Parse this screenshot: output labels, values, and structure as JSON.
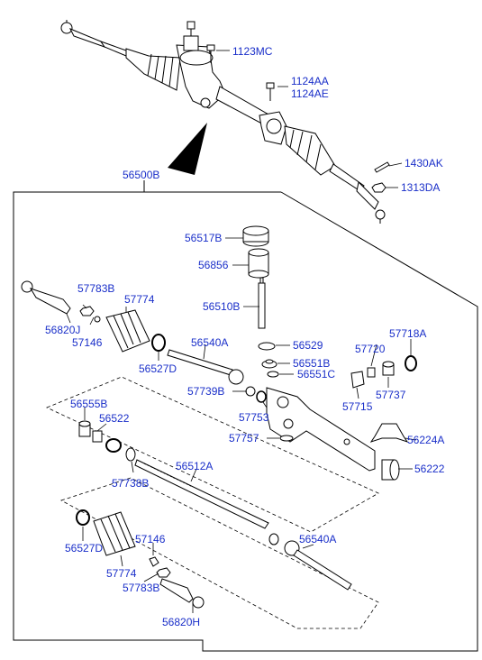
{
  "colors": {
    "label": "#1a2fc9",
    "line": "#000000",
    "part_fill": "#ffffff",
    "shade": "#d9d9d9"
  },
  "labels": {
    "p1123MC": "1123MC",
    "p1124AA": "1124AA",
    "p1124AE": "1124AE",
    "p1430AK": "1430AK",
    "p1313DA": "1313DA",
    "p56500B": "56500B",
    "p56517B": "56517B",
    "p56856": "56856",
    "p56510B": "56510B",
    "p57783B_top": "57783B",
    "p57774_top": "57774",
    "p56820J": "56820J",
    "p57146_top": "57146",
    "p56540A_top": "56540A",
    "p56527D_top": "56527D",
    "p56529": "56529",
    "p57720": "57720",
    "p57718A": "57718A",
    "p56551B": "56551B",
    "p56551C": "56551C",
    "p57739B": "57739B",
    "p57737": "57737",
    "p57715": "57715",
    "p57753": "57753",
    "p56555B": "56555B",
    "p56522": "56522",
    "p57757": "57757",
    "p56224A": "56224A",
    "p56512A": "56512A",
    "p57738B": "57738B",
    "p56222": "56222",
    "p56540A_bot": "56540A",
    "p57146_bot": "57146",
    "p56527D_bot": "56527D",
    "p57774_bot": "57774",
    "p57783B_bot": "57783B",
    "p56820H": "56820H"
  }
}
